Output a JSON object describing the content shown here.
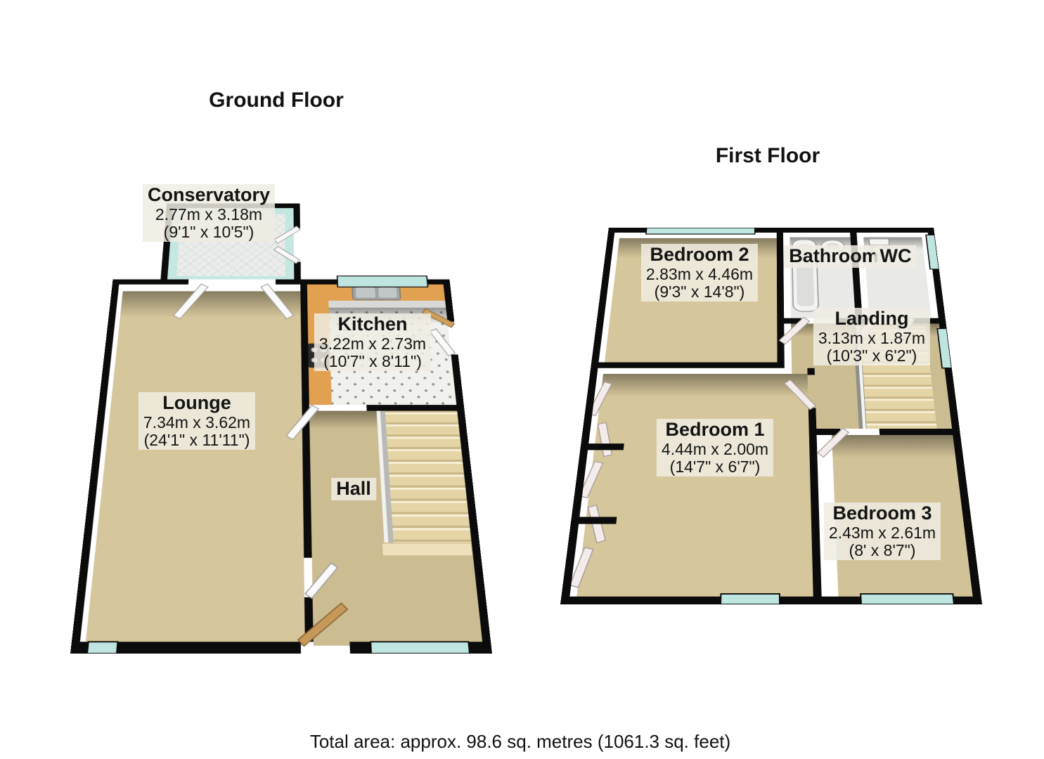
{
  "titles": {
    "ground": "Ground Floor",
    "first": "First Floor"
  },
  "rooms": {
    "conservatory": {
      "name": "Conservatory",
      "metric": "2.77m x 3.18m",
      "imperial": "(9'1\" x 10'5\")"
    },
    "kitchen": {
      "name": "Kitchen",
      "metric": "3.22m x 2.73m",
      "imperial": "(10'7\" x 8'11\")"
    },
    "lounge": {
      "name": "Lounge",
      "metric": "7.34m x 3.62m",
      "imperial": "(24'1\" x 11'11\")"
    },
    "hall": {
      "name": "Hall"
    },
    "bedroom2": {
      "name": "Bedroom 2",
      "metric": "2.83m x 4.46m",
      "imperial": "(9'3\" x 14'8\")"
    },
    "bathroom": {
      "name": "Bathroom"
    },
    "wc": {
      "name": "WC"
    },
    "landing": {
      "name": "Landing",
      "metric": "3.13m x 1.87m",
      "imperial": "(10'3\" x 6'2\")"
    },
    "bedroom1": {
      "name": "Bedroom 1",
      "metric": "4.44m x 2.00m",
      "imperial": "(14'7\" x 6'7\")"
    },
    "bedroom3": {
      "name": "Bedroom 3",
      "metric": "2.43m x 2.61m",
      "imperial": "(8' x 8'7\")"
    }
  },
  "footer": {
    "total_area": "Total area: approx. 98.6 sq. metres (1061.3 sq. feet)"
  },
  "colors": {
    "wall": "#0b0b0b",
    "carpet": "#d6c69b",
    "carpet-dark": "#ccbc91",
    "carpet-warm": "#d2c298",
    "glass": "#bfe5e0",
    "counter": "#e2a150",
    "stairs": "#e4d4a6",
    "label-bg": "rgba(240,236,226,0.85)"
  }
}
